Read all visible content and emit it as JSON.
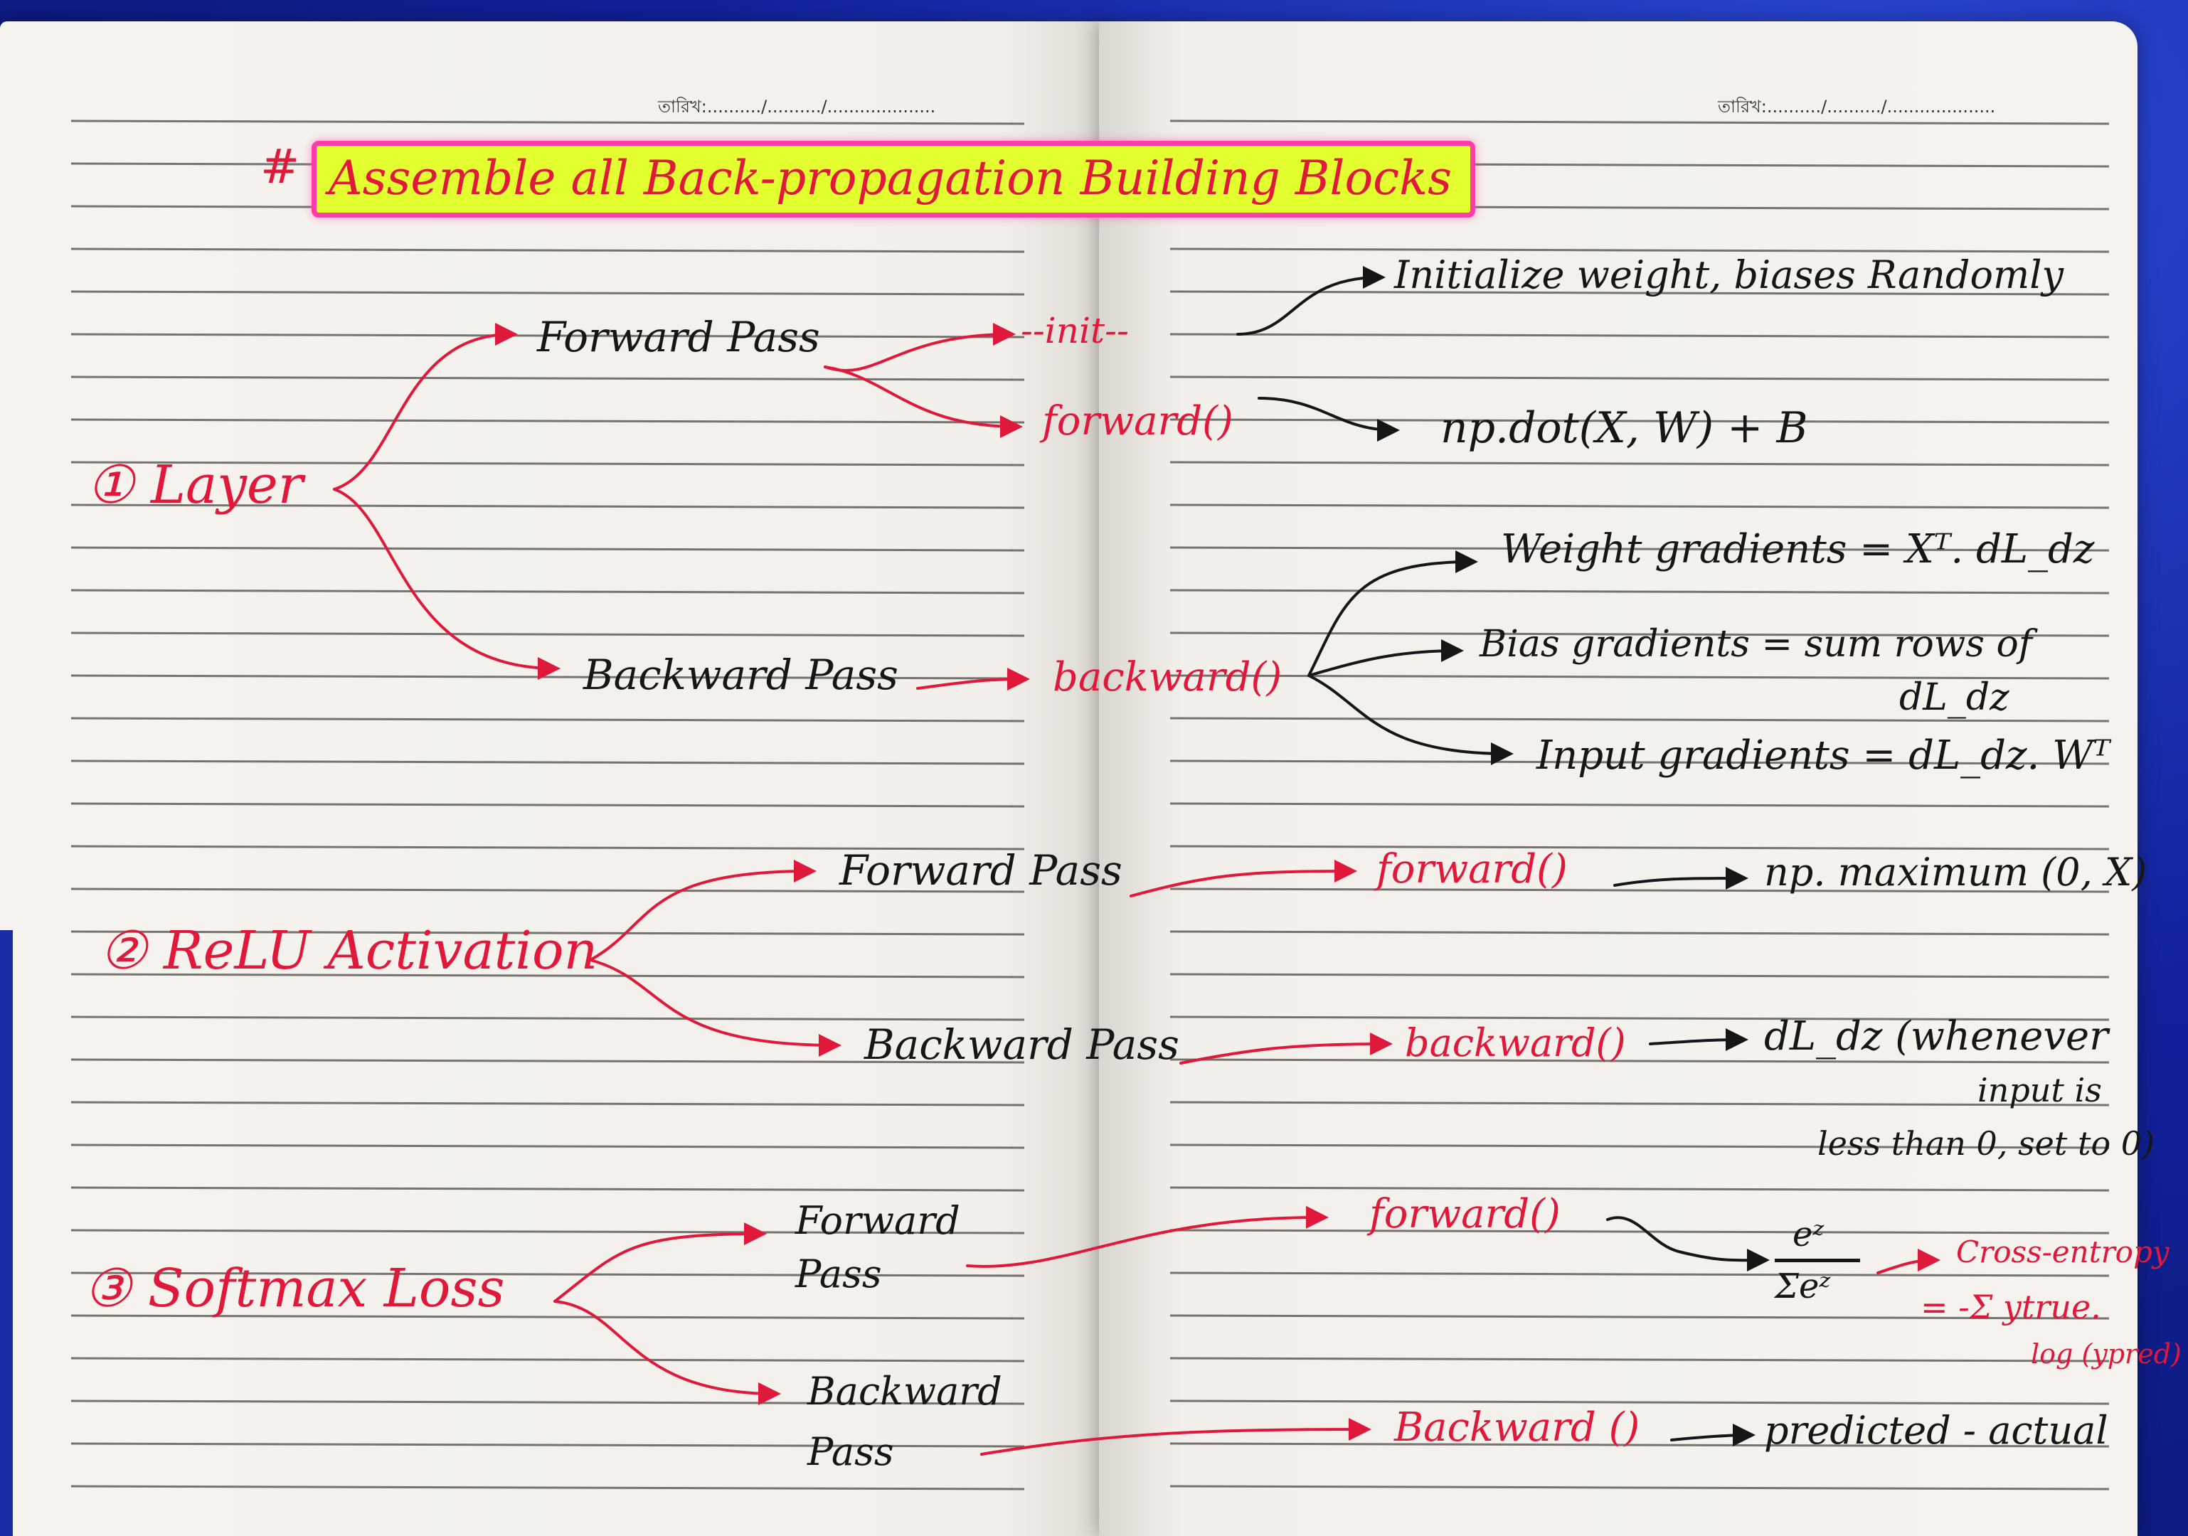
{
  "page_header": {
    "left_date_label": "তারিখ:........../........../....................",
    "right_date_label": "তারিখ:........../........../...................."
  },
  "title": {
    "hash": "#",
    "text": "Assemble all Back-propagation Building Blocks"
  },
  "sections": [
    {
      "label": "① Layer",
      "forward_label": "Forward Pass",
      "forward_methods": [
        "--init--",
        "forward()"
      ],
      "init_note": "Initialize weight, biases Randomly",
      "forward_note": "np.dot(X, W) + B",
      "backward_label": "Backward Pass",
      "backward_method": "backward()",
      "backward_notes": [
        "Weight gradients = Xᵀ. dL_dz",
        "Bias gradients = sum rows of",
        "dL_dz",
        "Input gradients = dL_dz. Wᵀ"
      ]
    },
    {
      "label": "② ReLU Activation",
      "forward_label": "Forward Pass",
      "forward_method": "forward()",
      "forward_note": "np. maximum (0, X)",
      "backward_label": "Backward Pass",
      "backward_method": "backward()",
      "backward_note_lines": [
        "dL_dz (whenever",
        "input is",
        "less than 0, set to 0)"
      ]
    },
    {
      "label": "③ Softmax Loss",
      "forward_label_lines": [
        "Forward",
        "Pass"
      ],
      "forward_method": "forward()",
      "forward_formula_num": "eᶻ",
      "forward_formula_den": "Σeᶻ",
      "cross_entropy_lines": [
        "Cross-entropy",
        "= -Σ ytrue.",
        "log (ypred)"
      ],
      "backward_label_lines": [
        "Backward",
        "Pass"
      ],
      "backward_method": "Backward ()",
      "backward_note": "predicted - actual"
    }
  ],
  "colors": {
    "ink_red": "#e0183a",
    "ink_black": "#161616",
    "highlight_fill": "#e4ff2f",
    "highlight_border": "#ff3ca8",
    "cover_blue": "#11219a",
    "paper": "#f4f1ec"
  }
}
